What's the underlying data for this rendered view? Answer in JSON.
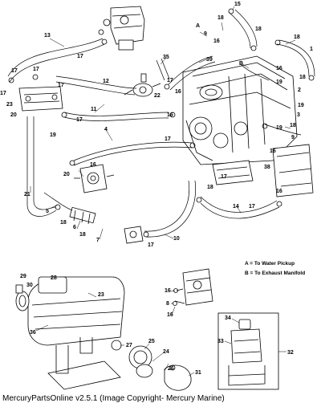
{
  "legend": {
    "a": "A = To Water Pickup",
    "b": "B = To Exhaust Manifold"
  },
  "callouts": {
    "c1": "15",
    "c2": "A",
    "c3": "18",
    "c4": "9",
    "c5": "16",
    "c6": "18",
    "c7": "18",
    "c8": "1",
    "c9": "13",
    "c10": "35",
    "c11": "39",
    "c12": "17",
    "c13": "17",
    "c14": "B",
    "c15": "16",
    "c16": "18",
    "c17": "17",
    "c18": "12",
    "c19": "17",
    "c20": "19",
    "c21": "2",
    "c22": "17",
    "c23": "22",
    "c24": "17",
    "c25": "16",
    "c26": "23",
    "c27": "11",
    "c28": "19",
    "c29": "20",
    "c30": "17",
    "c31": "16",
    "c32": "3",
    "c33": "4",
    "c34": "18",
    "c35": "19",
    "c36": "19",
    "c37": "9",
    "c38": "16",
    "c39": "17",
    "c40": "16",
    "c41": "38",
    "c42": "20",
    "c43": "21",
    "c44": "17",
    "c45": "18",
    "c46": "16",
    "c47": "5",
    "c48": "18",
    "c49": "14",
    "c50": "17",
    "c51": "6",
    "c52": "18",
    "c53": "7",
    "c54": "10",
    "c55": "17",
    "c56": "29",
    "c57": "28",
    "c58": "30",
    "c59": "23",
    "c60": "16",
    "c61": "8",
    "c62": "16",
    "c63": "34",
    "c64": "33",
    "c65": "32",
    "c66": "36",
    "c67": "27",
    "c68": "25",
    "c69": "24",
    "c70": "26",
    "c71": "31"
  },
  "footer": {
    "copyright": "MercuryPartsOnline v2.5.1 (Image Copyright- Mercury Marine)"
  }
}
